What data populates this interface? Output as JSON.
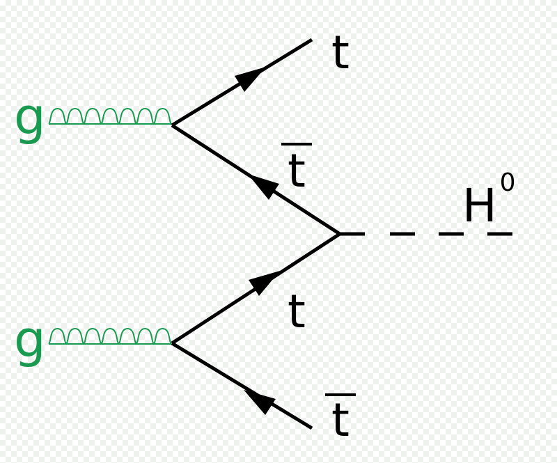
{
  "labels": {
    "gluon_top": "g",
    "gluon_bottom": "g",
    "top_out": "t",
    "antitop_upper": "t",
    "higgs_letter": "H",
    "higgs_superscript": "0",
    "top_lower": "t",
    "antitop_out": "t"
  },
  "colors": {
    "gluon": "#1a9a50",
    "fermion": "#000000",
    "background_check": "#eef1ee"
  },
  "icons": {
    "vertex_shape": "arrow-triangle-icon"
  }
}
